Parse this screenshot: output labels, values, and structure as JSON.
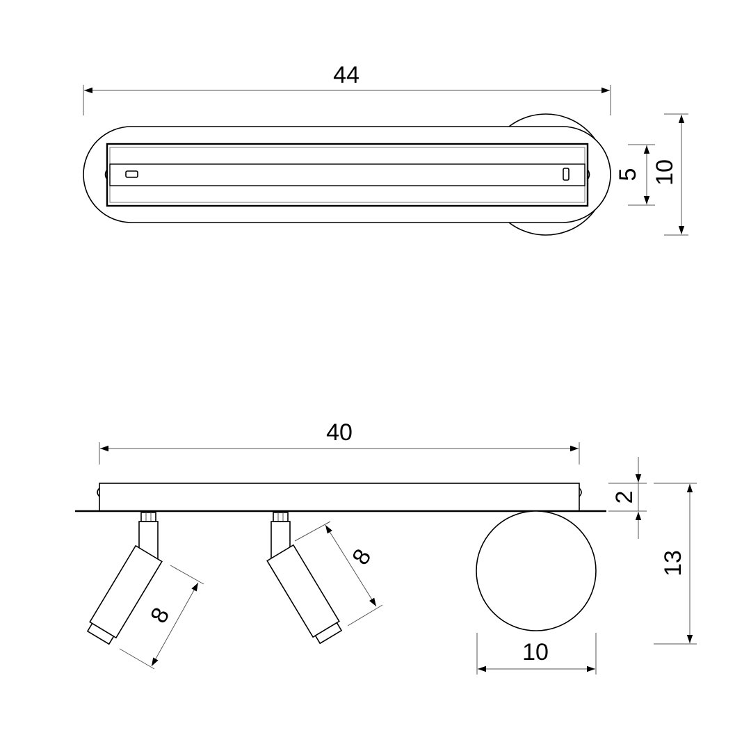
{
  "drawing": {
    "line_color": "#000000",
    "top_view": {
      "overall_length": "44",
      "track_width": "5",
      "canopy_diameter": "10"
    },
    "side_view": {
      "plate_length": "40",
      "plate_height": "2",
      "overall_height": "13",
      "spot_length_left": "8",
      "spot_length_right": "8",
      "canopy_diameter": "10"
    }
  }
}
